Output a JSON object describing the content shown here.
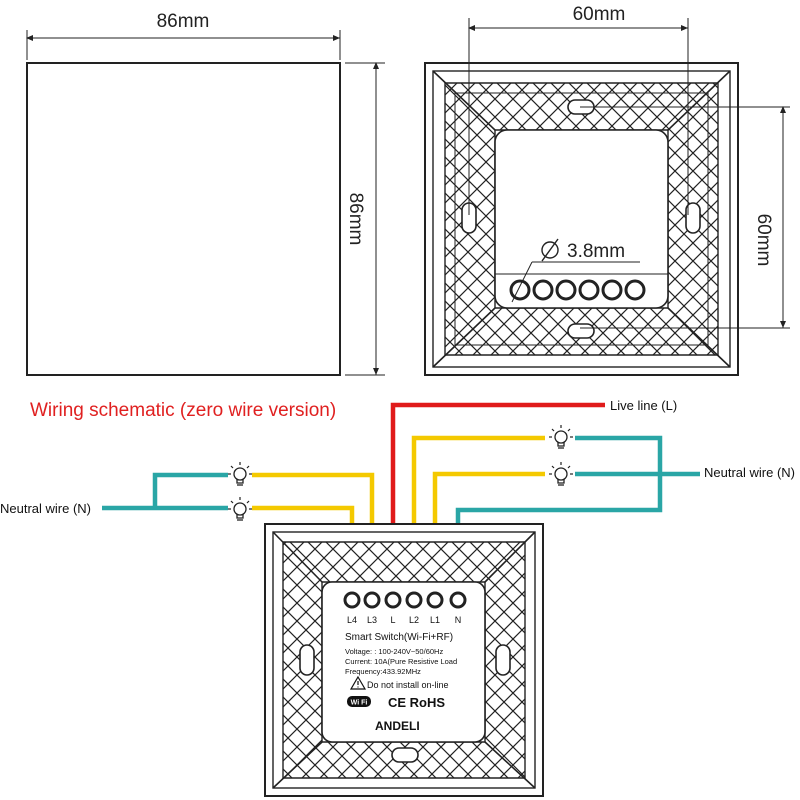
{
  "dimensions": {
    "front_width": "86mm",
    "front_height": "86mm",
    "back_hole_spacing_h": "60mm",
    "back_hole_spacing_v": "60mm",
    "terminal_hole_diameter": "3.8mm"
  },
  "schematic": {
    "title": "Wiring schematic (zero wire version)",
    "live_label": "Live line (L)",
    "neutral_left_label": "Neutral wire (N)",
    "neutral_right_label": "Neutral wire (N)"
  },
  "device": {
    "terminals": [
      "L4",
      "L3",
      "L",
      "L2",
      "L1",
      "N"
    ],
    "model": "Smart Switch(Wi-Fi+RF)",
    "voltage": "Voltage: : 100-240V~50/60Hz",
    "current": "Current: 10A(Pure Resistive Load",
    "frequency": "Frequency:433.92MHz",
    "warning": "Do not install on-line",
    "wifi_badge": "Wi Fi",
    "certifications": "CE RoHS",
    "brand": "ANDELI"
  },
  "colors": {
    "live": "#e01b1b",
    "load": "#f4c900",
    "neutral": "#2aa6a6",
    "title_red": "#e02020"
  },
  "icons": [
    "light-bulb-icon",
    "diameter-icon",
    "warning-icon",
    "wifi-badge-icon"
  ]
}
